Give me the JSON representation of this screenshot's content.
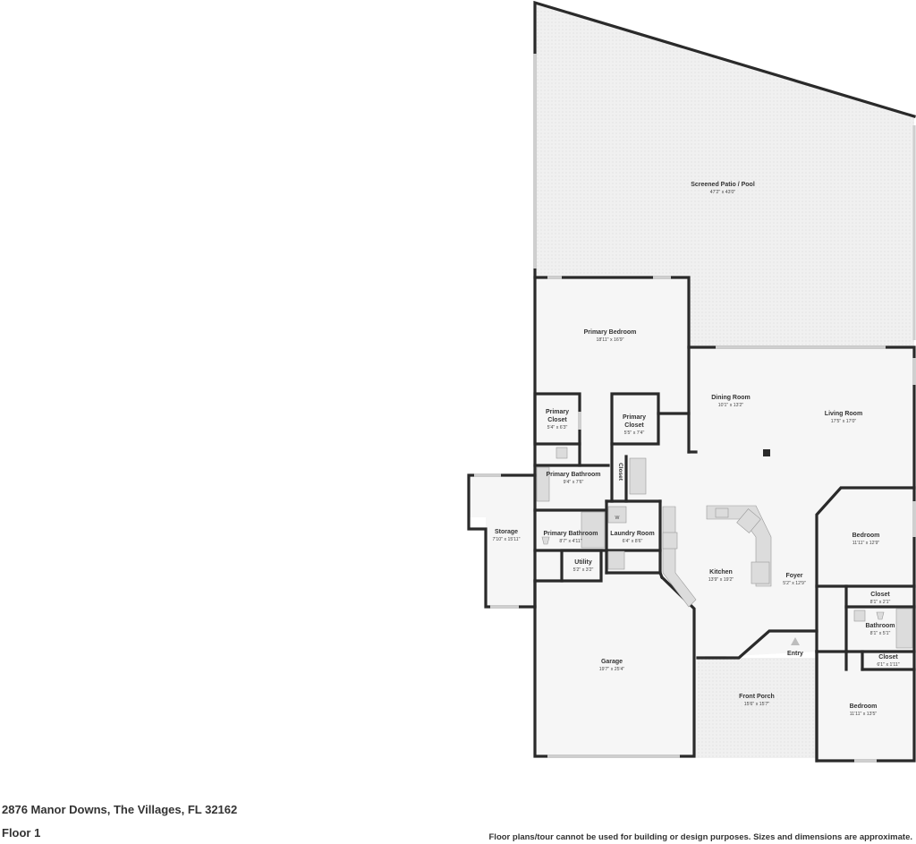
{
  "footer": {
    "address": "2876 Manor Downs, The Villages, FL 32162",
    "floor": "Floor 1",
    "disclaimer": "Floor plans/tour cannot be used for building or design purposes. Sizes and dimensions are approximate."
  },
  "rooms": {
    "patio": {
      "name": "Screened Patio / Pool",
      "dim": "47'2\" x 43'0\""
    },
    "primary_bedroom": {
      "name": "Primary Bedroom",
      "dim": "18'11\" x 16'9\""
    },
    "primary_closet_1": {
      "name1": "Primary",
      "name2": "Closet",
      "dim": "5'4\" x 6'3\""
    },
    "primary_closet_2": {
      "name1": "Primary",
      "name2": "Closet",
      "dim": "5'5\" x 7'4\""
    },
    "dining": {
      "name": "Dining Room",
      "dim": "10'1\" x 13'2\""
    },
    "living": {
      "name": "Living Room",
      "dim": "17'5\" x 17'0\""
    },
    "primary_bath_1": {
      "name": "Primary Bathroom",
      "dim": "9'4\" x 7'6\""
    },
    "closet_v": {
      "name": "Closet"
    },
    "storage": {
      "name": "Storage",
      "dim": "7'10\" x 15'11\""
    },
    "primary_bath_2": {
      "name": "Primary Bathroom",
      "dim": "8'7\" x 4'11\""
    },
    "laundry": {
      "name": "Laundry Room",
      "dim": "6'4\" x 8'6\""
    },
    "utility": {
      "name": "Utility",
      "dim": "5'2\" x 3'2\""
    },
    "kitchen": {
      "name": "Kitchen",
      "dim": "13'9\" x 19'2\""
    },
    "foyer": {
      "name": "Foyer",
      "dim": "5'2\" x 12'9\""
    },
    "bedroom_1": {
      "name": "Bedroom",
      "dim": "11'11\" x 12'9\""
    },
    "closet_1": {
      "name": "Closet",
      "dim": "8'1\" x 2'1\""
    },
    "bathroom": {
      "name": "Bathroom",
      "dim": "8'1\" x 5'1\""
    },
    "closet_2": {
      "name": "Closet",
      "dim": "6'1\" x 1'11\""
    },
    "entry": {
      "name": "Entry"
    },
    "garage": {
      "name": "Garage",
      "dim": "19'7\" x 25'4\""
    },
    "porch": {
      "name": "Front Porch",
      "dim": "15'6\" x 15'7\""
    },
    "bedroom_2": {
      "name": "Bedroom",
      "dim": "11'11\" x 13'5\""
    }
  },
  "appliance_labels": {
    "washer": "W"
  },
  "colors": {
    "wall": "#2a2a2a",
    "floor": "#f4f4f4",
    "patio": "#eeeeee"
  }
}
